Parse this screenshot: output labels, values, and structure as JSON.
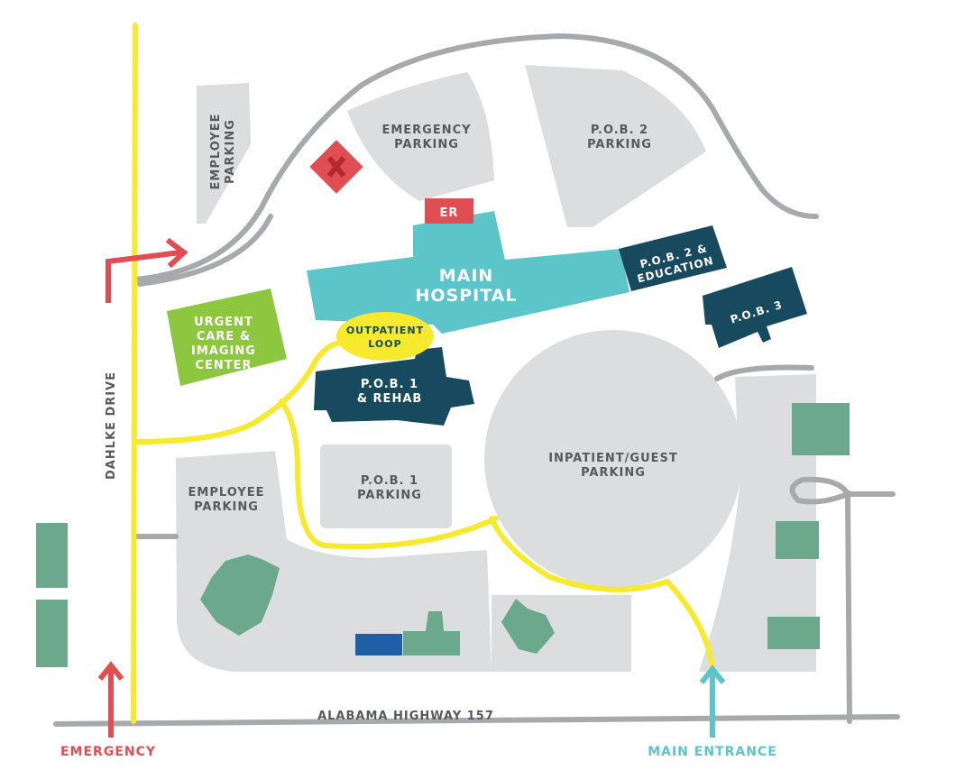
{
  "labels": {
    "employee_parking_top": [
      "EMPLOYEE",
      "PARKING"
    ],
    "emergency_parking": [
      "EMERGENCY",
      "PARKING"
    ],
    "pob2_parking": [
      "P.O.B. 2",
      "PARKING"
    ],
    "er": "ER",
    "main_hospital": [
      "MAIN",
      "HOSPITAL"
    ],
    "pob2_education": [
      "P.O.B. 2 &",
      "EDUCATION"
    ],
    "pob3": "P.O.B. 3",
    "urgent_care": [
      "URGENT",
      "CARE &",
      "IMAGING",
      "CENTER"
    ],
    "outpatient_loop": [
      "OUTPATIENT",
      "LOOP"
    ],
    "pob1_rehab": [
      "P.O.B. 1",
      "& REHAB"
    ],
    "inpatient_parking": [
      "INPATIENT/GUEST",
      "PARKING"
    ],
    "pob1_parking": [
      "P.O.B. 1",
      "PARKING"
    ],
    "employee_parking_bottom": [
      "EMPLOYEE",
      "PARKING"
    ],
    "dahlke_drive": "DAHLKE DRIVE",
    "highway": "ALABAMA HIGHWAY 157",
    "emergency": "EMERGENCY",
    "main_entrance": "MAIN ENTRANCE"
  },
  "colors": {
    "road": "#a7a9ac",
    "parking": "#dcdddf",
    "yellow_route": "#f7e92d",
    "hospital": "#5bc5c9",
    "dark_building": "#174a5e",
    "urgent_care": "#8dc63f",
    "emergency_red": "#e04e53",
    "entrance_teal": "#5bc5c9",
    "green_building": "#6ba88c",
    "blue_building": "#1e5fa8"
  },
  "icons": {
    "hospital_cross": "cross-icon",
    "emergency_arrow": "arrow-up-icon",
    "turn_arrow": "arrow-turn-right-icon",
    "entrance_arrow": "arrow-up-icon"
  }
}
